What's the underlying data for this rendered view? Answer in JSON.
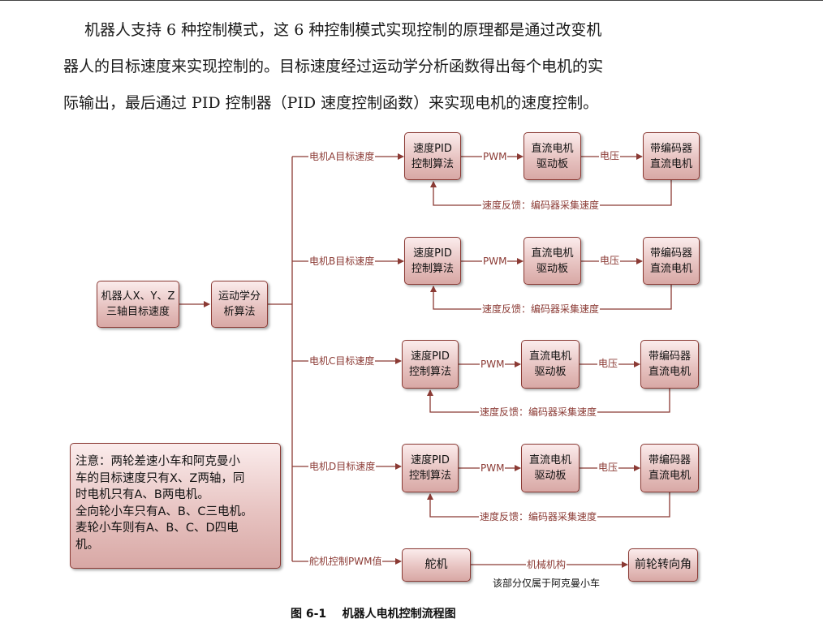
{
  "paragraph": {
    "line1": "机器人支持 6 种控制模式，这 6 种控制模式实现控制的原理都是通过改变机",
    "line2": "器人的目标速度来实现控制的。目标速度经过运动学分析函数得出每个电机的实",
    "line3": "际输出，最后通过 PID 控制器（PID 速度控制函数）来实现电机的速度控制。"
  },
  "flowchart": {
    "input_box": "机器人X、Y、Z\n三轴目标速度",
    "kinematics_box": "运动学分\n析算法",
    "motor_rows": [
      {
        "target_label": "电机A目标速度",
        "pid_box": "速度PID\n控制算法",
        "pwm_label": "PWM",
        "driver_box": "直流电机\n驱动板",
        "voltage_label": "电压",
        "motor_box": "带编码器\n直流电机",
        "feedback_label": "速度反馈：编码器采集速度"
      },
      {
        "target_label": "电机B目标速度",
        "pid_box": "速度PID\n控制算法",
        "pwm_label": "PWM",
        "driver_box": "直流电机\n驱动板",
        "voltage_label": "电压",
        "motor_box": "带编码器\n直流电机",
        "feedback_label": "速度反馈：编码器采集速度"
      },
      {
        "target_label": "电机C目标速度",
        "pid_box": "速度PID\n控制算法",
        "pwm_label": "PWM",
        "driver_box": "直流电机\n驱动板",
        "voltage_label": "电压",
        "motor_box": "带编码器\n直流电机",
        "feedback_label": "速度反馈：编码器采集速度"
      },
      {
        "target_label": "电机D目标速度",
        "pid_box": "速度PID\n控制算法",
        "pwm_label": "PWM",
        "driver_box": "直流电机\n驱动板",
        "voltage_label": "电压",
        "motor_box": "带编码器\n直流电机",
        "feedback_label": "速度反馈：编码器采集速度"
      }
    ],
    "servo_row": {
      "target_label": "舵机控制PWM值",
      "servo_box": "舵机",
      "mech_label": "机械机构",
      "steer_box": "前轮转向角",
      "note": "该部分仅属于阿克曼小车"
    },
    "note_box": {
      "lines": [
        "注意：两轮差速小车和阿克曼小",
        "车的目标速度只有X、Z两轴，同",
        "时电机只有A、B两电机。",
        "全向轮小车只有A、B、C三电机。",
        "麦轮小车则有A、B、C、D四电",
        "机。"
      ]
    }
  },
  "caption": "图 6-1    机器人电机控制流程图",
  "colors": {
    "line": "#8b3a34",
    "box_fill_top": "#fbecec",
    "box_fill_bottom": "#d8a8a5"
  }
}
